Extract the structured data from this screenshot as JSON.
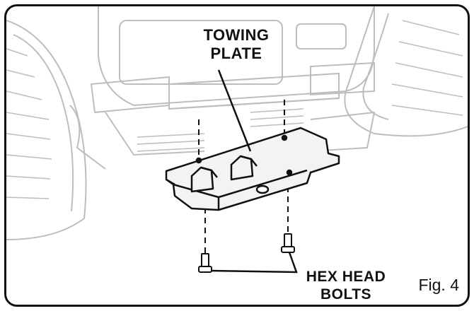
{
  "diagram": {
    "towing_label_line1": "TOWING",
    "towing_label_line2": "PLATE",
    "bolts_label_line1": "HEX HEAD",
    "bolts_label_line2": "BOLTS",
    "figure_label": "Fig. 4"
  },
  "colors": {
    "line": "#111111",
    "faded_line": "#bdbdbd",
    "plate_fill": "#f3f3f3"
  },
  "icons": [
    "mower-rear-illustration",
    "towing-plate-icon",
    "hex-head-bolt-icon"
  ]
}
